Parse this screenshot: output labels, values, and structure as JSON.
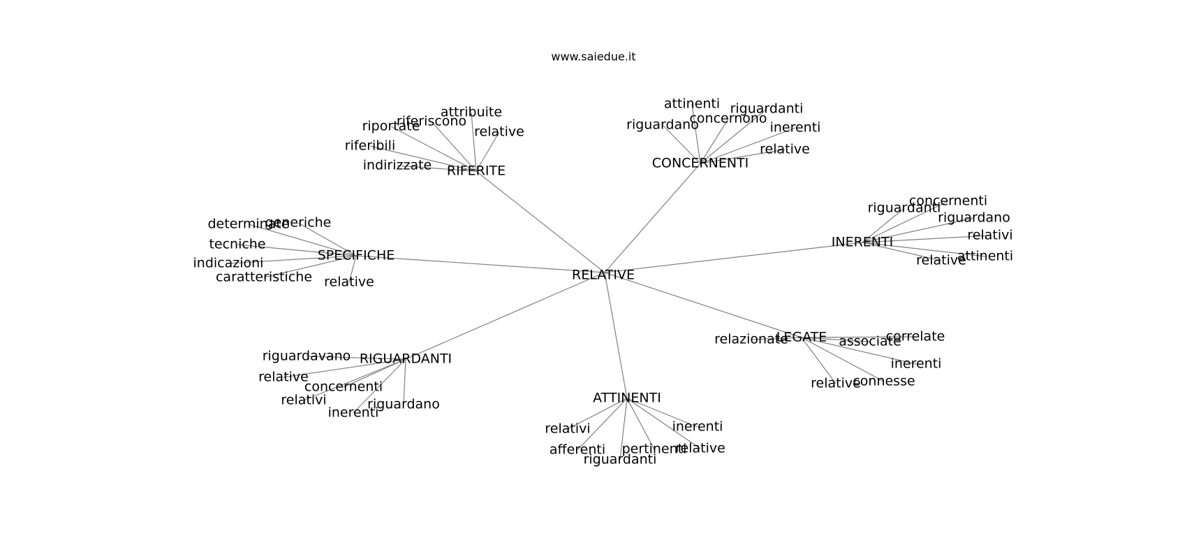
{
  "site": "www.saiedue.it",
  "graph": {
    "root": "RELATIVE",
    "groups": [
      {
        "hub": "RIFERITE",
        "leaves": [
          "attribuite",
          "riferiscono",
          "riportate",
          "relative",
          "riferibili",
          "indirizzate"
        ]
      },
      {
        "hub": "CONCERNENTI",
        "leaves": [
          "attinenti",
          "riguardanti",
          "concernono",
          "riguardano",
          "inerenti",
          "relative"
        ]
      },
      {
        "hub": "SPECIFICHE",
        "leaves": [
          "generiche",
          "determinate",
          "tecniche",
          "indicazioni",
          "caratteristiche",
          "relative"
        ]
      },
      {
        "hub": "INERENTI",
        "leaves": [
          "concernenti",
          "riguardanti",
          "riguardano",
          "relativi",
          "attinenti",
          "relative"
        ]
      },
      {
        "hub": "RIGUARDANTI",
        "leaves": [
          "riguardavano",
          "relative",
          "concernenti",
          "relativi",
          "inerenti",
          "riguardano"
        ]
      },
      {
        "hub": "LEGATE",
        "leaves": [
          "relazionate",
          "correlate",
          "associate",
          "inerenti",
          "connesse",
          "relative"
        ]
      },
      {
        "hub": "ATTINENTI",
        "leaves": [
          "relativi",
          "afferenti",
          "riguardanti",
          "pertinenti",
          "inerenti",
          "relative"
        ]
      }
    ]
  }
}
